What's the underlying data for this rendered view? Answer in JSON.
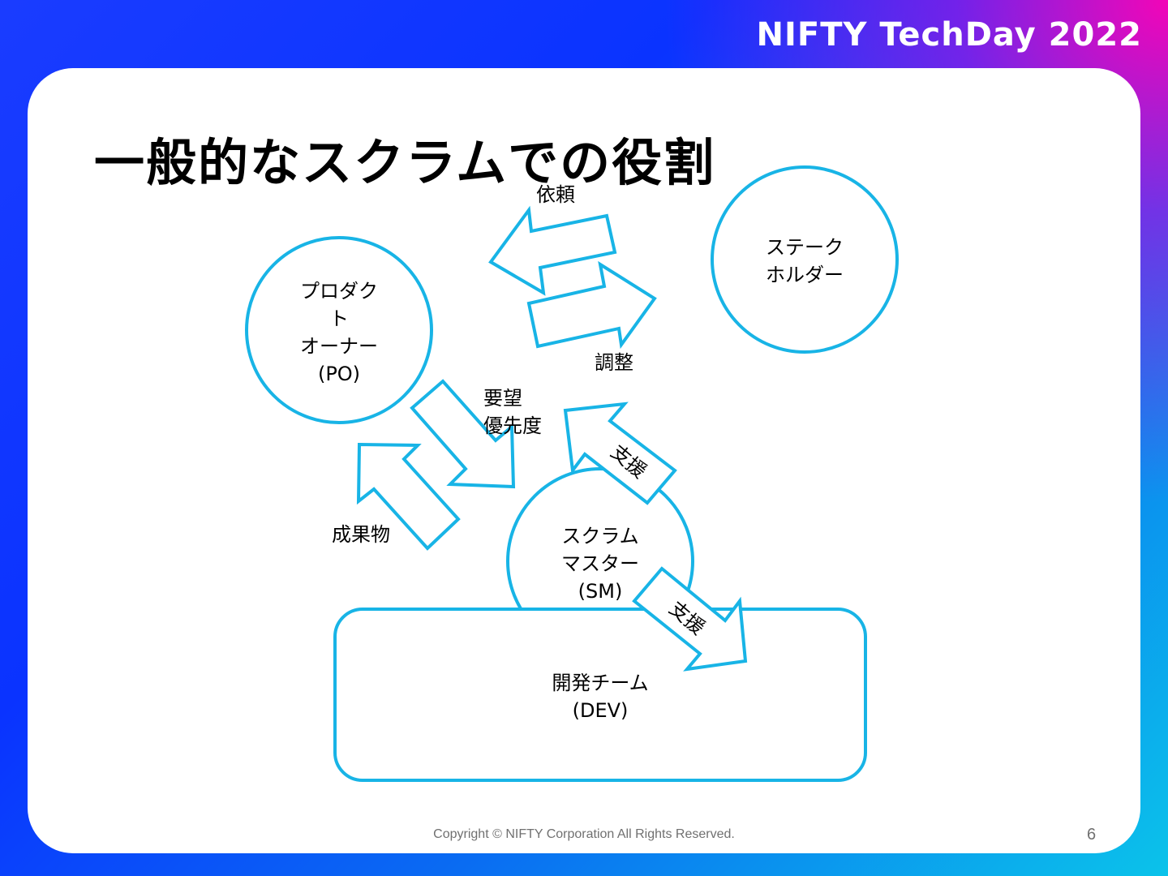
{
  "header": {
    "brand": "NIFTY TechDay 2022"
  },
  "slide": {
    "title": "一般的なスクラムでの役割",
    "page_number": "6",
    "copyright": "Copyright © NIFTY Corporation All Rights Reserved."
  },
  "diagram": {
    "nodes": {
      "po": {
        "lines": [
          "プロダク",
          "ト",
          "オーナー",
          "(PO)"
        ]
      },
      "stakeholder": {
        "lines": [
          "ステーク",
          "ホルダー"
        ]
      },
      "sm": {
        "lines": [
          "スクラム",
          "マスター",
          "(SM)"
        ]
      },
      "dev": {
        "lines": [
          "開発チーム",
          "(DEV)"
        ]
      }
    },
    "arrows": {
      "request": "依頼",
      "coordinate": "調整",
      "demand": [
        "要望",
        "優先度"
      ],
      "deliverable": "成果物",
      "support_po": "支援",
      "support_dev": "支援"
    },
    "colors": {
      "stroke": "#18b4e6",
      "card": "#ffffff"
    }
  }
}
